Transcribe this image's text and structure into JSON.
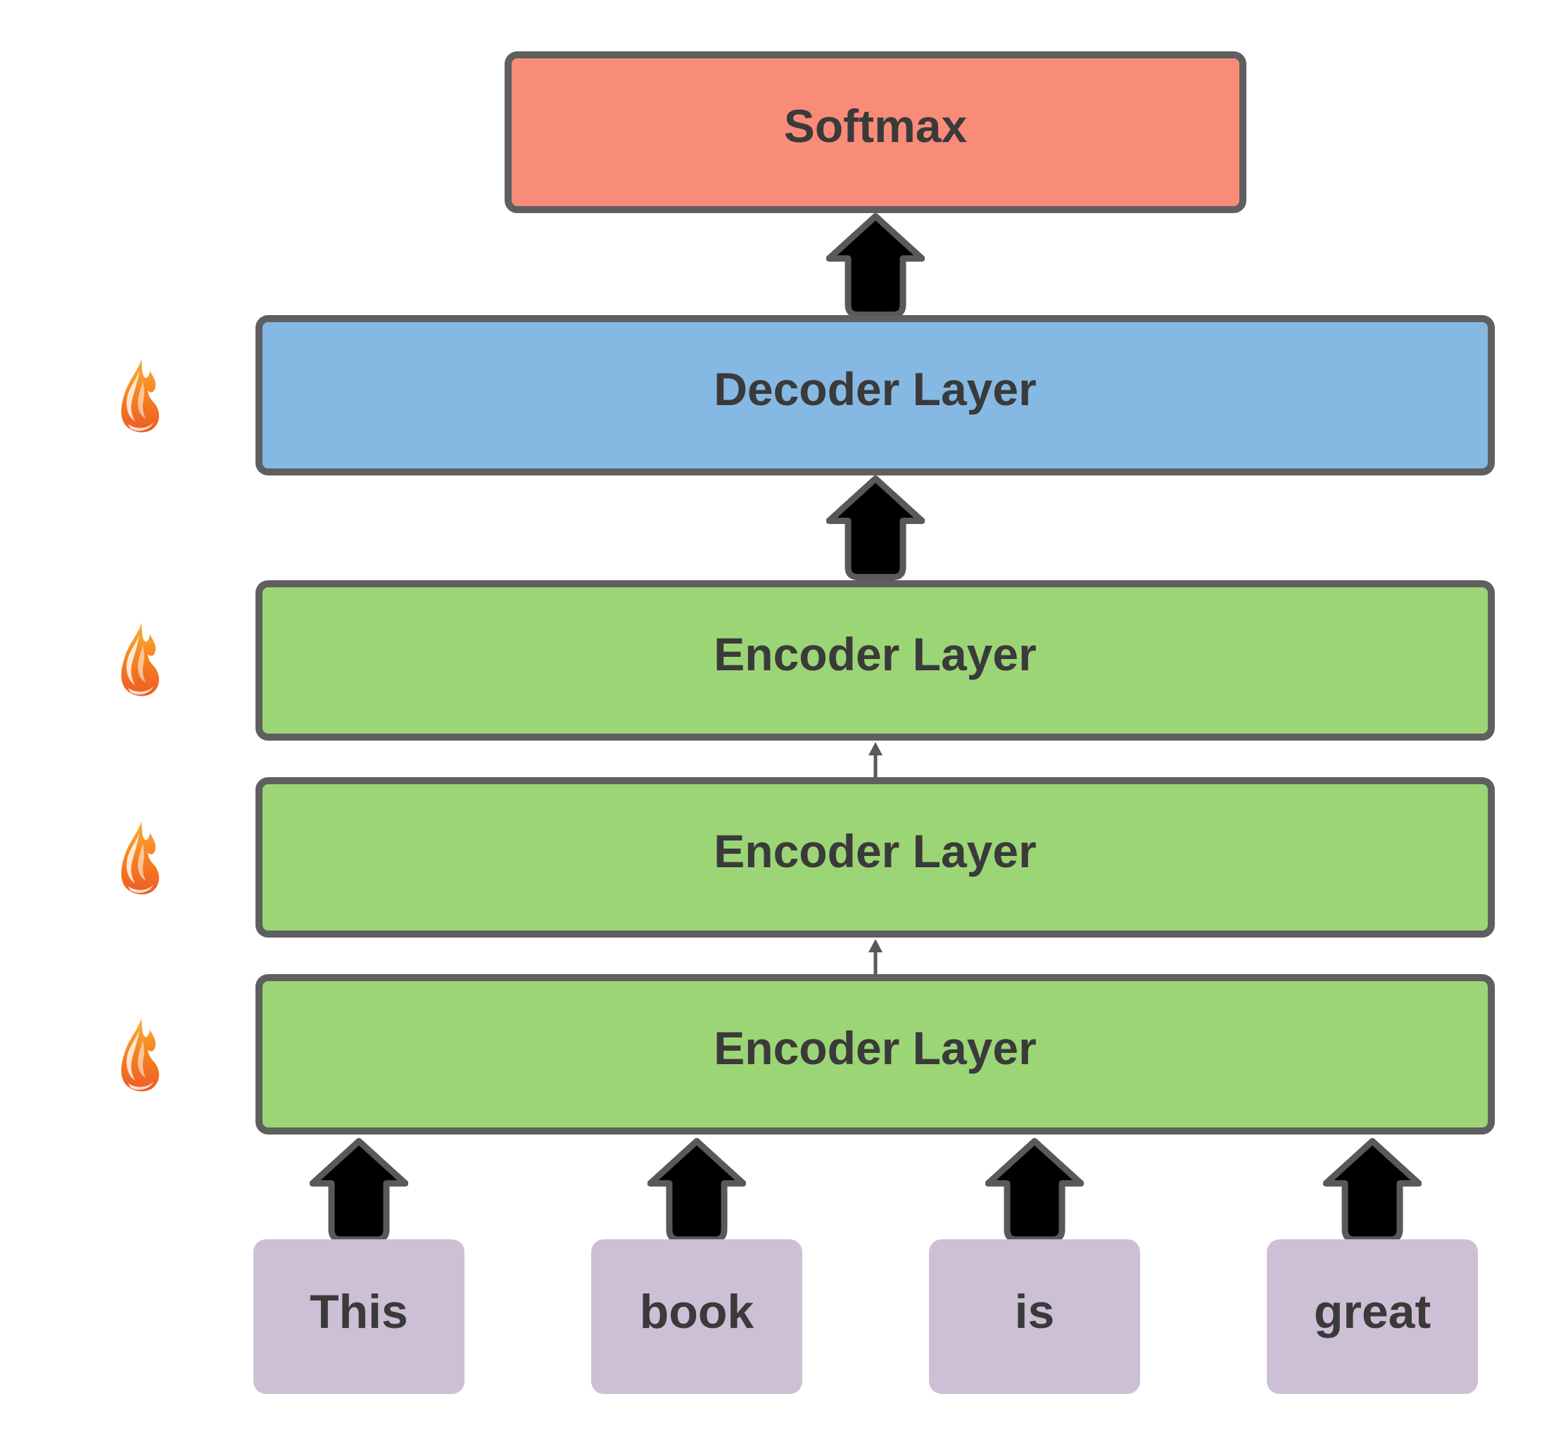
{
  "diagram": {
    "layers": [
      {
        "id": "softmax",
        "label": "Softmax",
        "fill": "#F98C78",
        "flame": false
      },
      {
        "id": "decoder",
        "label": "Decoder Layer",
        "fill": "#85B9E3",
        "flame": true
      },
      {
        "id": "encoder-3",
        "label": "Encoder Layer",
        "fill": "#9CD576",
        "flame": true
      },
      {
        "id": "encoder-2",
        "label": "Encoder Layer",
        "fill": "#9CD576",
        "flame": true
      },
      {
        "id": "encoder-1",
        "label": "Encoder Layer",
        "fill": "#9CD576",
        "flame": true
      }
    ],
    "tokens": [
      {
        "label": "This"
      },
      {
        "label": "book"
      },
      {
        "label": "is"
      },
      {
        "label": "great"
      }
    ],
    "colors": {
      "background": "#FFFFFF",
      "box_border": "#5F5F5F",
      "text": "#3A3A3A",
      "token_fill": "#CDC0D6",
      "arrow_fill": "#000000",
      "arrow_stroke": "#595959",
      "thin_arrow": "#595959",
      "flame_gradient_top": "#FAAE3E",
      "flame_gradient_mid": "#F58220",
      "flame_gradient_bottom": "#EF5B25"
    },
    "icons": {
      "flame": "flame-icon"
    }
  }
}
